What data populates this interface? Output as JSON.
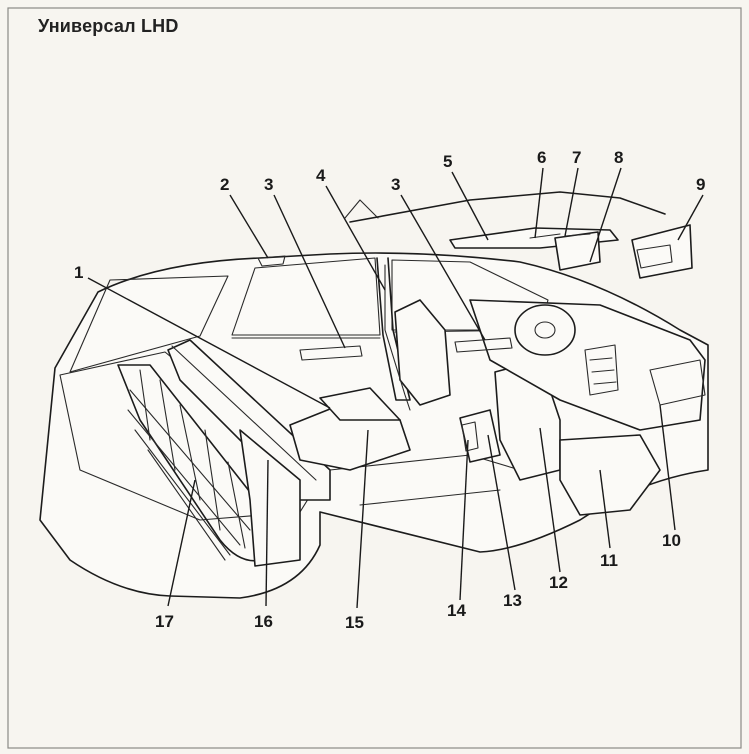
{
  "title": "Универсал LHD",
  "callouts": [
    {
      "n": "1"
    },
    {
      "n": "2"
    },
    {
      "n": "3"
    },
    {
      "n": "4"
    },
    {
      "n": "3"
    },
    {
      "n": "5"
    },
    {
      "n": "6"
    },
    {
      "n": "7"
    },
    {
      "n": "8"
    },
    {
      "n": "9"
    },
    {
      "n": "10"
    },
    {
      "n": "11"
    },
    {
      "n": "12"
    },
    {
      "n": "13"
    },
    {
      "n": "14"
    },
    {
      "n": "15"
    },
    {
      "n": "16"
    },
    {
      "n": "17"
    }
  ]
}
